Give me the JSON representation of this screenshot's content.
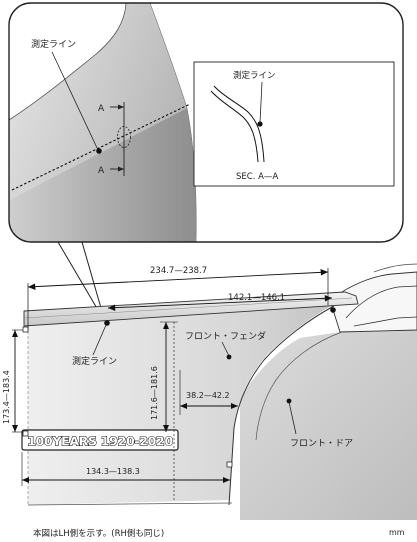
{
  "callout": {
    "measure_line": "測定ライン",
    "section_mark": "A",
    "section_caption": "SEC. A—A"
  },
  "dimensions": {
    "top_length": "234.7—238.7",
    "upper_length": "142.1—146.1",
    "left_height": "173.4—183.4",
    "middle_height": "171.6—181.6",
    "edge_offset": "38.2—42.2",
    "bottom_length": "134.3—138.3"
  },
  "labels": {
    "measure_line": "測定ライン",
    "front_fender": "フロント・フェンダ",
    "front_door": "フロント・ドア",
    "badge": "100YEARS 1920-2020"
  },
  "footer": {
    "note": "本図はLH側を示す。(RH側も同じ)",
    "unit": "mm"
  }
}
